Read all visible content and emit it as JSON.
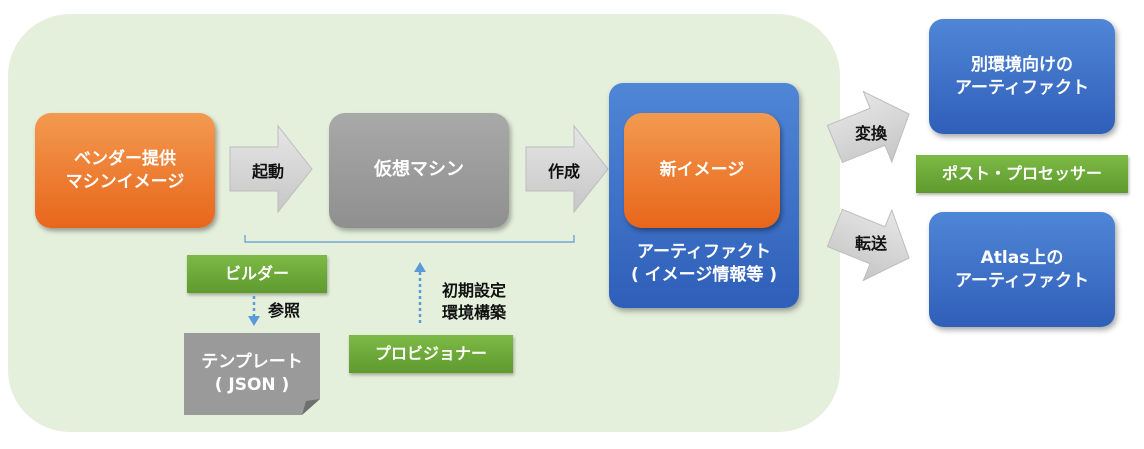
{
  "vendor_image": {
    "line1": "ベンダー提供",
    "line2": "マシンイメージ"
  },
  "arrow_launch": "起動",
  "virtual_machine": "仮想マシン",
  "arrow_create": "作成",
  "new_image": "新イメージ",
  "artifact": {
    "line1": "アーティファクト",
    "line2": "( イメージ情報等 )"
  },
  "builder": "ビルダー",
  "reference": "参照",
  "template": {
    "line1": "テンプレート",
    "line2": "( JSON )"
  },
  "provisioner_note": {
    "line1": "初期設定",
    "line2": "環境構築"
  },
  "provisioner": "プロビジョナー",
  "arrow_convert": "変換",
  "arrow_transfer": "転送",
  "other_env_artifact": {
    "line1": "別環境向けの",
    "line2": "アーティファクト"
  },
  "post_processor": "ポスト・プロセッサー",
  "atlas_artifact": {
    "line1": "Atlas上の",
    "line2": "アーティファクト"
  },
  "colors": {
    "panel": "#e4efdc",
    "orange": "#e8661c",
    "gray": "#999999",
    "blue": "#3a6cc6",
    "green": "#6aa83a",
    "dotted_arrow": "#5b9bd5",
    "bracket": "#5b9bd5"
  }
}
